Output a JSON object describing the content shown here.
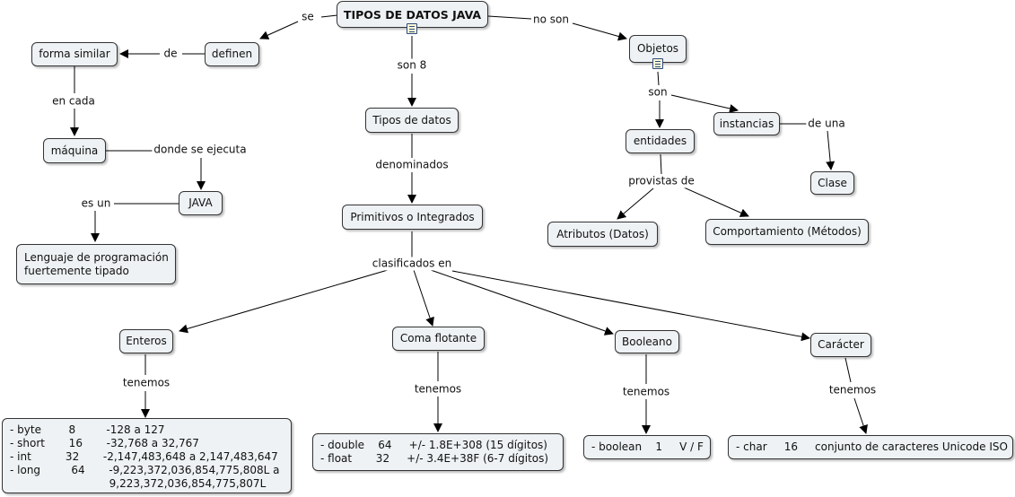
{
  "nodes": {
    "root": "TIPOS DE DATOS JAVA",
    "forma_similar": "forma similar",
    "definen": "definen",
    "maquina": "máquina",
    "java": "JAVA",
    "lenguaje": "Lenguaje de programación\nfuertemente tipado",
    "tipos_de_datos": "Tipos de datos",
    "primitivos": "Primitivos o Integrados",
    "objetos": "Objetos",
    "entidades": "entidades",
    "instancias": "instancias",
    "clase": "Clase",
    "atributos": "Atributos (Datos)",
    "comportamiento": "Comportamiento (Métodos)",
    "enteros": "Enteros",
    "coma_flotante": "Coma flotante",
    "booleano": "Booleano",
    "caracter": "Carácter",
    "enteros_detalle": "- byte        8         -128 a 127\n- short       16       -32,768 a 32,767\n- int          32       -2,147,483,648 a 2,147,483,647\n- long         64       -9,223,372,036,854,775,808L a\n                             9,223,372,036,854,775,807L",
    "flotante_detalle": "- double    64     +/- 1.8E+308 (15 dígitos)\n- float       32     +/- 3.4E+38F (6-7 dígitos)",
    "booleano_detalle": "- boolean    1     V / F",
    "caracter_detalle": "- char     16     conjunto de caracteres Unicode ISO"
  },
  "links": {
    "se": "se",
    "no_son": "no son",
    "de": "de",
    "en_cada": "en cada",
    "donde_se_ejecuta": "donde se ejecuta",
    "es_un": "es un",
    "son_8": "son 8",
    "denominados": "denominados",
    "clasificados_en": "clasificados en",
    "son": "son",
    "de_una": "de una",
    "provistas_de": "provistas de",
    "tenemos_enteros": "tenemos",
    "tenemos_flotante": "tenemos",
    "tenemos_booleano": "tenemos",
    "tenemos_caracter": "tenemos"
  },
  "icons": {
    "root_note": "document-icon",
    "objetos_note": "document-icon"
  },
  "colors": {
    "node_fill": "#eef2f4",
    "border": "#333333",
    "line": "#000000",
    "background": "#ffffff"
  }
}
